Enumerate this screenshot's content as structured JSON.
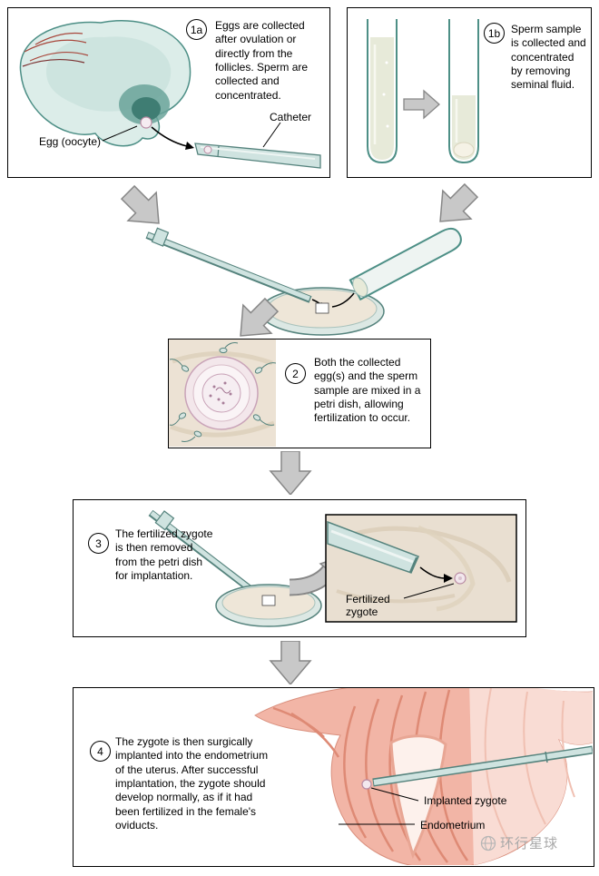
{
  "steps": [
    {
      "num": "1a",
      "text": "Eggs are collected after ovulation or directly from the follicles. Sperm are collected and concentrated."
    },
    {
      "num": "1b",
      "text": "Sperm sample is collected and concentrated by removing seminal fluid."
    },
    {
      "num": "2",
      "text": "Both the collected egg(s) and the sperm sample are mixed in a petri dish, allowing fertilization to occur."
    },
    {
      "num": "3",
      "text": "The fertilized zygote is then removed from the petri dish for implantation."
    },
    {
      "num": "4",
      "text": "The zygote is then surgically implanted into the endometrium of the uterus. After successful implantation, the zygote should develop normally, as if it had been fertilized in the female's oviducts."
    }
  ],
  "labels": {
    "egg_oocyte": "Egg (oocyte)",
    "catheter": "Catheter",
    "fertilized_zygote": "Fertilized zygote",
    "implanted_zygote": "Implanted zygote",
    "endometrium": "Endometrium"
  },
  "watermark": {
    "text": "环行星球"
  },
  "colors": {
    "panel_border": "#000000",
    "teal_outline": "#4d8f86",
    "teal_fill": "#dcede9",
    "catheter_fill": "#cfe3e0",
    "arrow_gray": "#c8c8c8",
    "arrow_gray_border": "#878787",
    "beige": "#e9dfd1",
    "egg_pink": "#f3e7eb",
    "uterus_dark": "#f2b5a6",
    "uterus_light": "#f9dcd4",
    "watermark_gray": "#a9a9a9"
  }
}
